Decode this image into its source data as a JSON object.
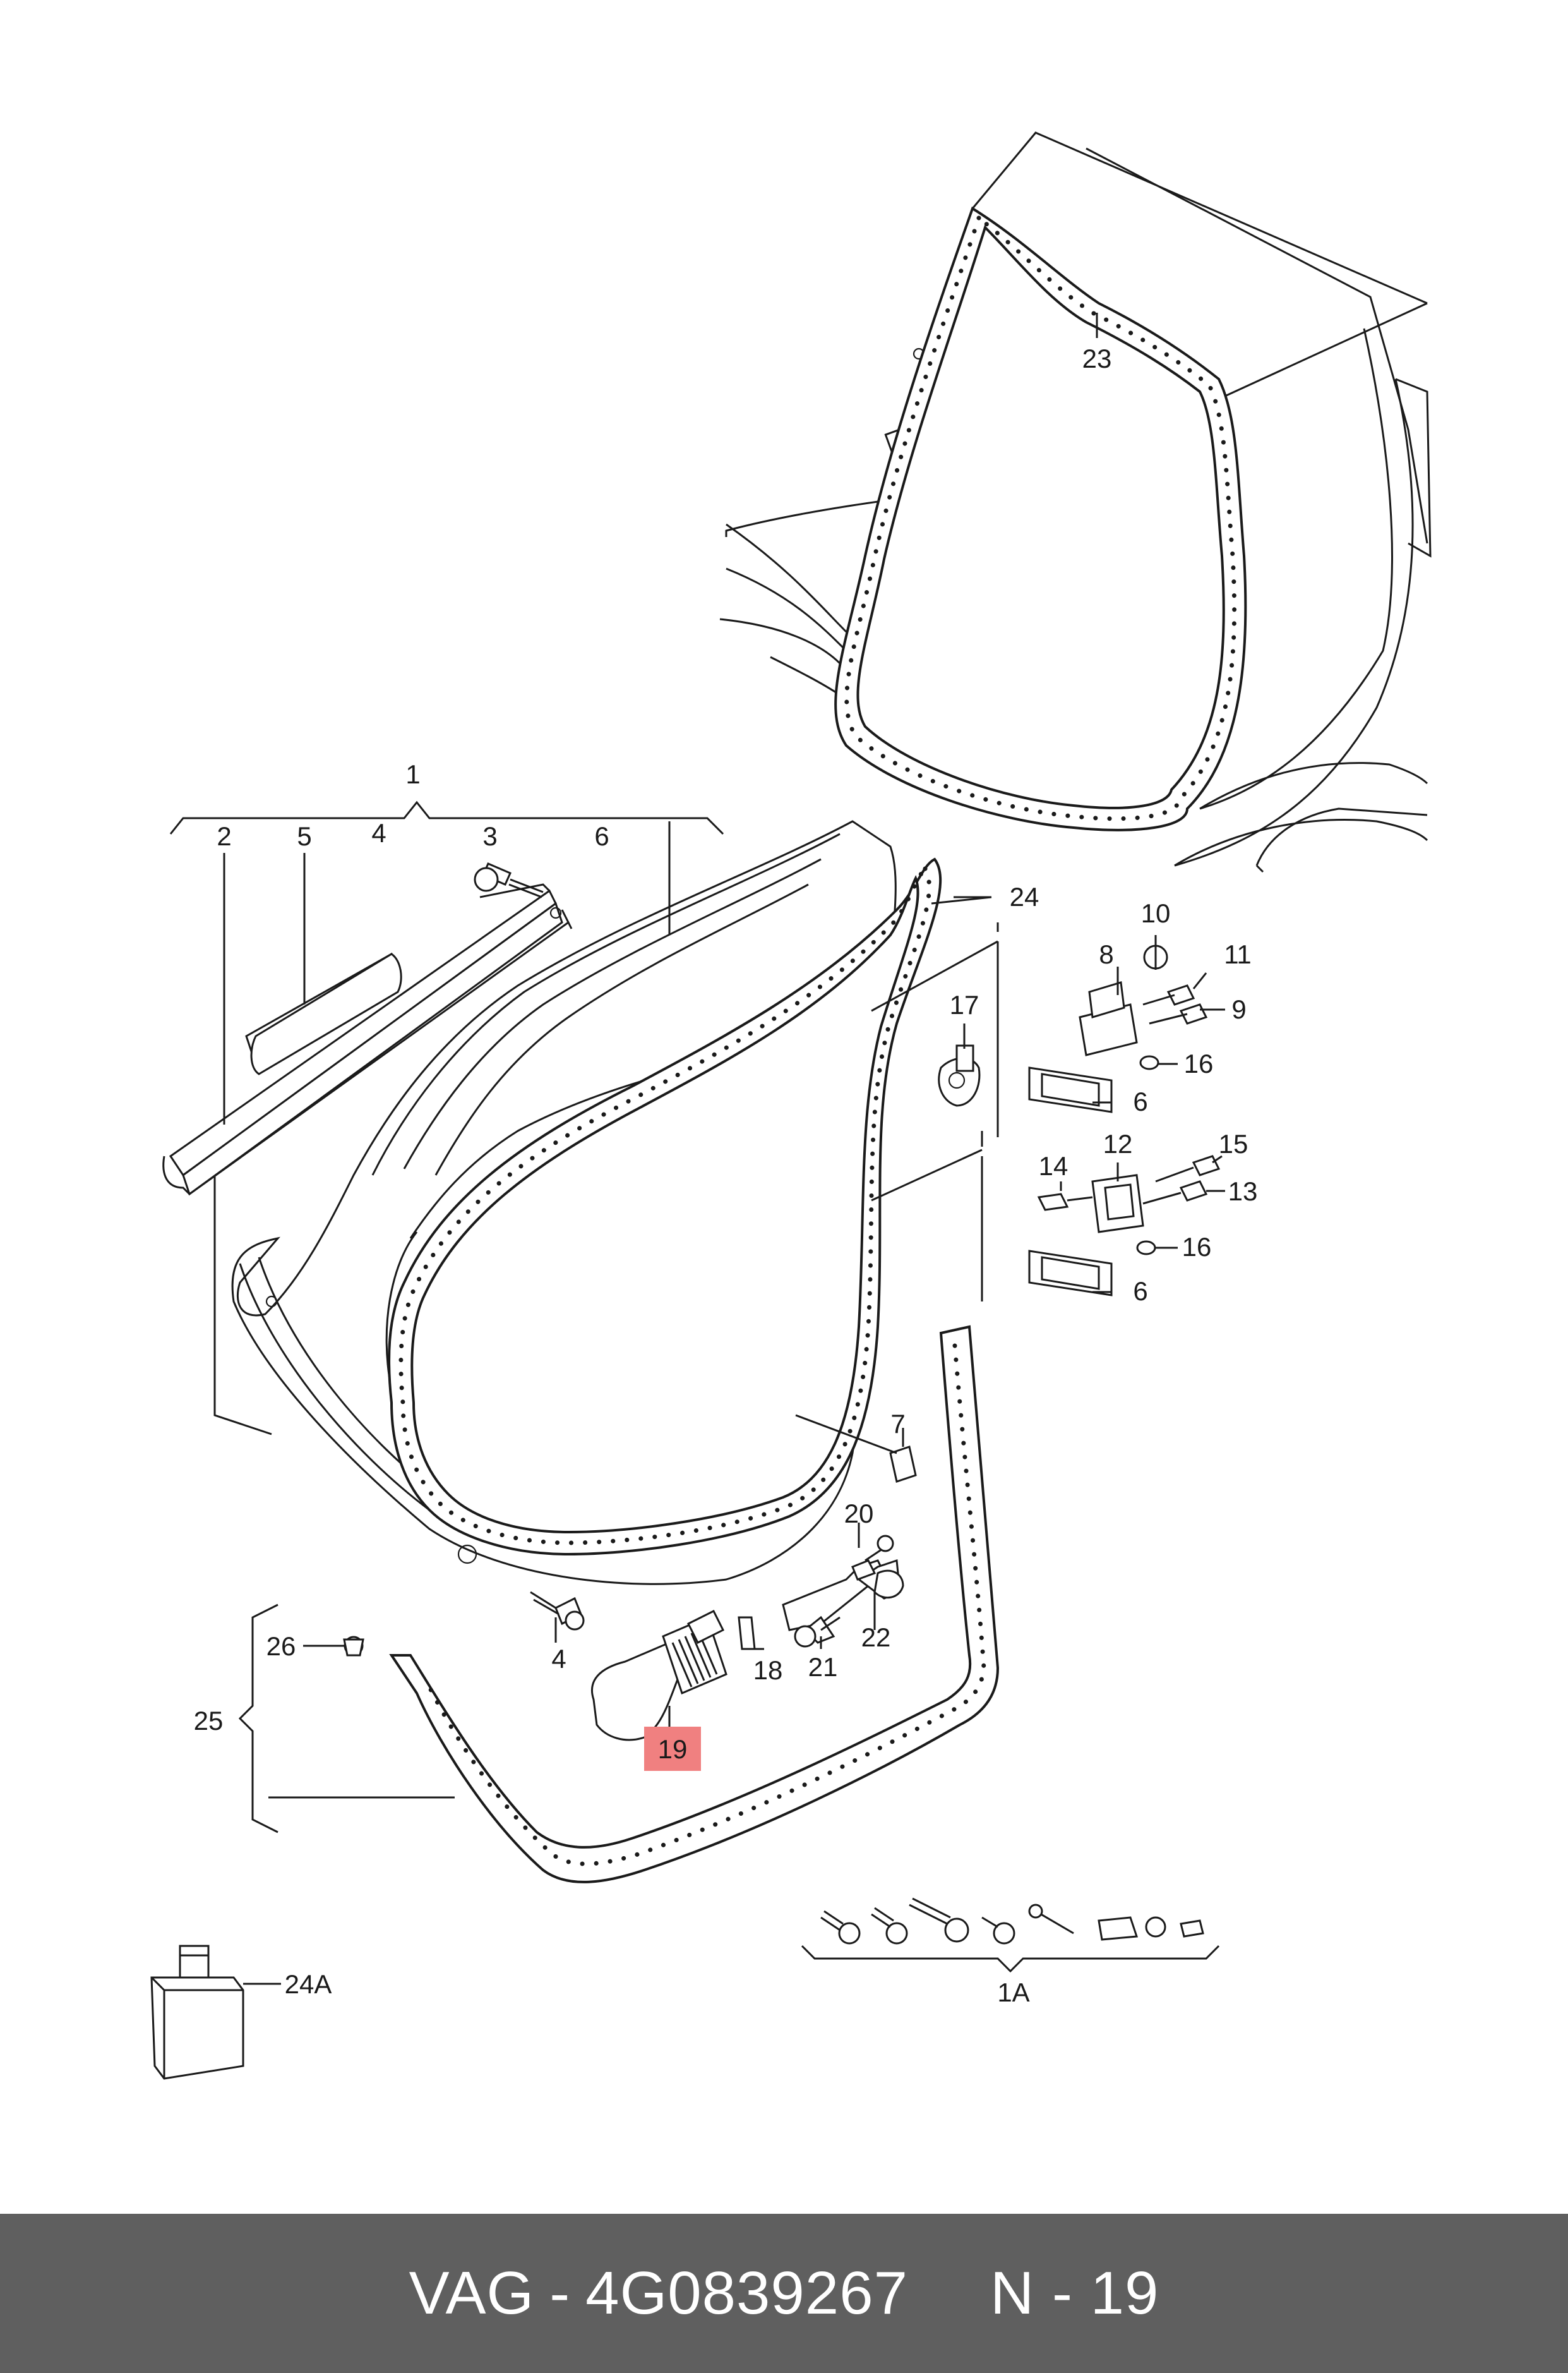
{
  "diagram": {
    "highlight_color": "#f08080",
    "highlighted_callout": "19",
    "callouts": {
      "c1": "1",
      "c2": "2",
      "c3": "3",
      "c4a": "4",
      "c4b": "4",
      "c5": "5",
      "c6a": "6",
      "c6b": "6",
      "c6c": "6",
      "c7": "7",
      "c8": "8",
      "c9": "9",
      "c10": "10",
      "c11": "11",
      "c12": "12",
      "c13": "13",
      "c14": "14",
      "c15": "15",
      "c16a": "16",
      "c16b": "16",
      "c17": "17",
      "c18": "18",
      "c19": "19",
      "c20": "20",
      "c21": "21",
      "c22": "22",
      "c23": "23",
      "c24": "24",
      "c24A": "24A",
      "c25": "25",
      "c26": "26",
      "c1A": "1A"
    }
  },
  "footer": {
    "brand": "VAG",
    "separator": "-",
    "part_number": "4G0839267",
    "position": "N - 19",
    "background": "#5f5f5f"
  }
}
